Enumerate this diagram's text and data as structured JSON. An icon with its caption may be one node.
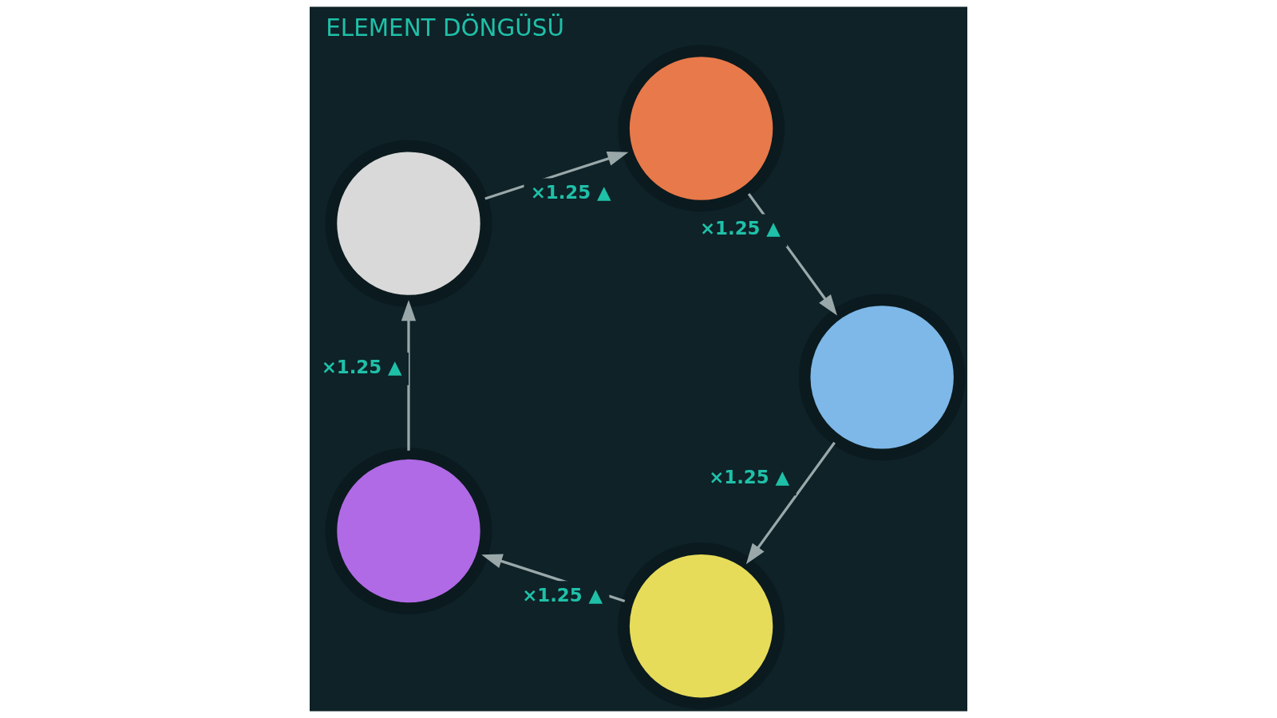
{
  "diagram": {
    "title": "ELEMENT DÖNGÜSÜ",
    "nodes": [
      {
        "text": [],
        "shape": "circle"
      },
      {
        "text": [],
        "shape": "circle"
      },
      {
        "text": [],
        "shape": "circle"
      },
      {
        "text": [],
        "shape": "circle"
      },
      {
        "text": [],
        "shape": "circle"
      }
    ],
    "edges": [
      {
        "from": 0,
        "to": 2,
        "arrow": "to",
        "label": "×1.25 ▲"
      },
      {
        "from": 2,
        "to": 4,
        "arrow": "to",
        "label": "×1.25 ▲"
      },
      {
        "from": 4,
        "to": 3,
        "arrow": "to",
        "label": "×1.25 ▲"
      },
      {
        "from": 3,
        "to": 1,
        "arrow": "to",
        "label": "×1.25 ▲"
      },
      {
        "from": 1,
        "to": 0,
        "arrow": "to",
        "label": "×1.25 ▲"
      }
    ]
  }
}
